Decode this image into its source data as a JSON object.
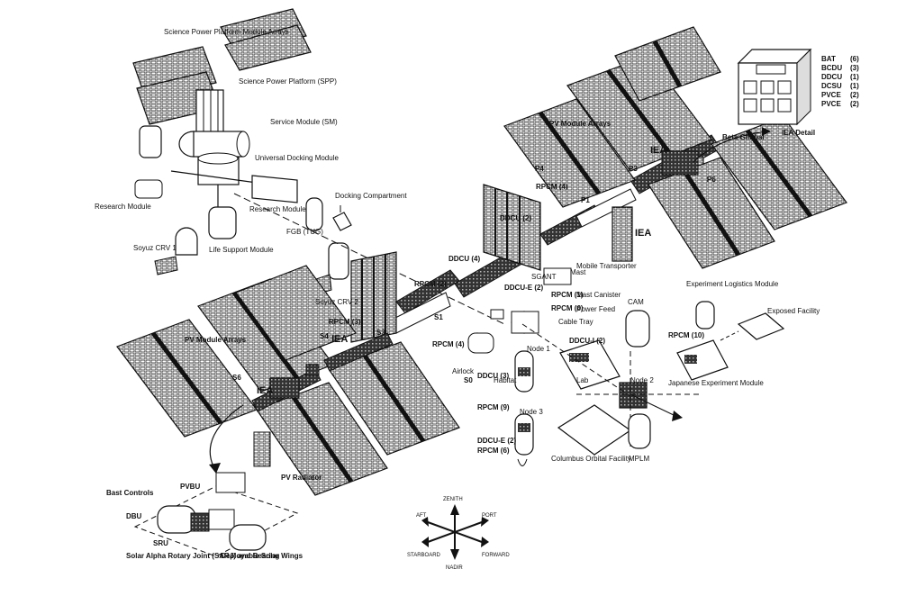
{
  "labels": {
    "science_power_arrays": "Science Power Platform Module Arrays",
    "science_power_platform": "Science Power Platform (SPP)",
    "service_module": "Service Module (SM)",
    "universal_docking_module": "Universal Docking Module",
    "research_module_left": "Research Module",
    "research_module_right": "Research Module",
    "docking_compartment": "Docking Compartment",
    "fgb": "FGB (TUG)",
    "soyuz_crv1": "Soyuz CRV 1",
    "life_support_module": "Life Support Module",
    "soyuz_crv2": "Soyuz CRV 2",
    "pv_arrays_right": "PV Module Arrays",
    "pv_arrays_left": "PV Module Arrays",
    "iea_right": "IEA",
    "iea_mid": "IEA",
    "iea_left": "IEA",
    "data_gimbal": "Beta Gimbal",
    "iea_detail": "IEA Detail",
    "mobile_transporter": "Mobile Transporter",
    "node1": "Node 1",
    "airlock": "Airlock",
    "habitat": "Habitat",
    "lab": "Lab",
    "node3": "Node 3",
    "node2": "Node 2",
    "cam": "CAM",
    "jem_logistics": "Experiment Logistics Module",
    "jem": "Japanese Experiment Module",
    "exposed_facility": "Exposed Facility",
    "mplm": "MPLM",
    "columbus": "Columbus Orbital Facility",
    "pv_radiator": "PV Radiator",
    "bast_controls": "Bast Controls",
    "pvbu": "PVBU",
    "dbu": "DBU",
    "sru": "SRU",
    "sgant": "SGANT",
    "mast": "Mast",
    "cable_tray": "Cable Tray",
    "power_feed": "Power Feed",
    "mast_canister": "Mast Canister",
    "detail_bottom1": "Solar Alpha Rotary Joint (SARJ) and Bearing",
    "detail_bottom2": "Deployable Solar Wings",
    "s0": "S0",
    "s1": "S1",
    "s3": "S3",
    "s4": "S4",
    "s6": "S6",
    "p1": "P1",
    "p3": "P3",
    "p4": "P4",
    "p6": "P6",
    "rpcm1": "RPCM (4)",
    "rpcm2": "RPCM (2)",
    "rpcm3": "RPCM (3)",
    "rpcm4": "RPCM (4)",
    "rpcm5": "RPCM (1)",
    "rpcm6": "RPCM (6)",
    "rpcm7": "RPCM (10)",
    "rpcm8": "RPCM (9)",
    "rpcm9": "RPCM (6)",
    "ddcu1": "DDCU (2)",
    "ddcu2": "DDCU (4)",
    "ddcu3": "DDCU-E (2)",
    "ddcu4": "DDCU (3)",
    "ddcu5": "DDCU-I (2)",
    "ddcu6": "DDCU-E (2)"
  },
  "iea_table": {
    "rows": [
      {
        "name": "BAT",
        "count": "(6)"
      },
      {
        "name": "BCDU",
        "count": "(3)"
      },
      {
        "name": "DDCU",
        "count": "(1)"
      },
      {
        "name": "DCSU",
        "count": "(1)"
      },
      {
        "name": "PVCE",
        "count": "(2)"
      },
      {
        "name": "PVCE",
        "count": "(2)"
      }
    ]
  },
  "compass": {
    "zenith": "ZENITH",
    "nadir": "NADIR",
    "port": "PORT",
    "starboard": "STARBOARD",
    "aft": "AFT",
    "forward": "FORWARD"
  }
}
